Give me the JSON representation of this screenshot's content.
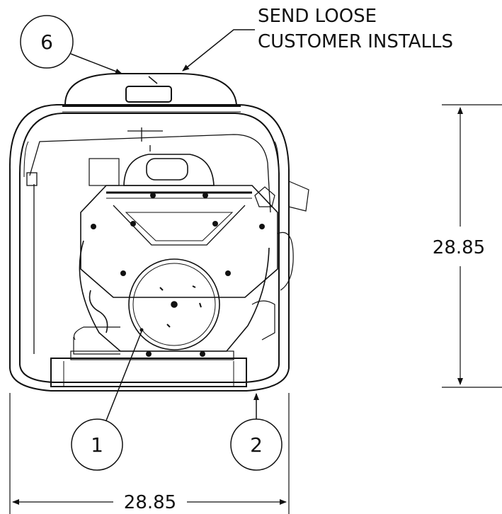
{
  "note": {
    "line1": "SEND LOOSE",
    "line2": "CUSTOMER INSTALLS"
  },
  "balloons": [
    {
      "label": "6"
    },
    {
      "label": "1"
    },
    {
      "label": "2"
    }
  ],
  "dimensions": {
    "height": "28.85",
    "width": "28.85"
  }
}
